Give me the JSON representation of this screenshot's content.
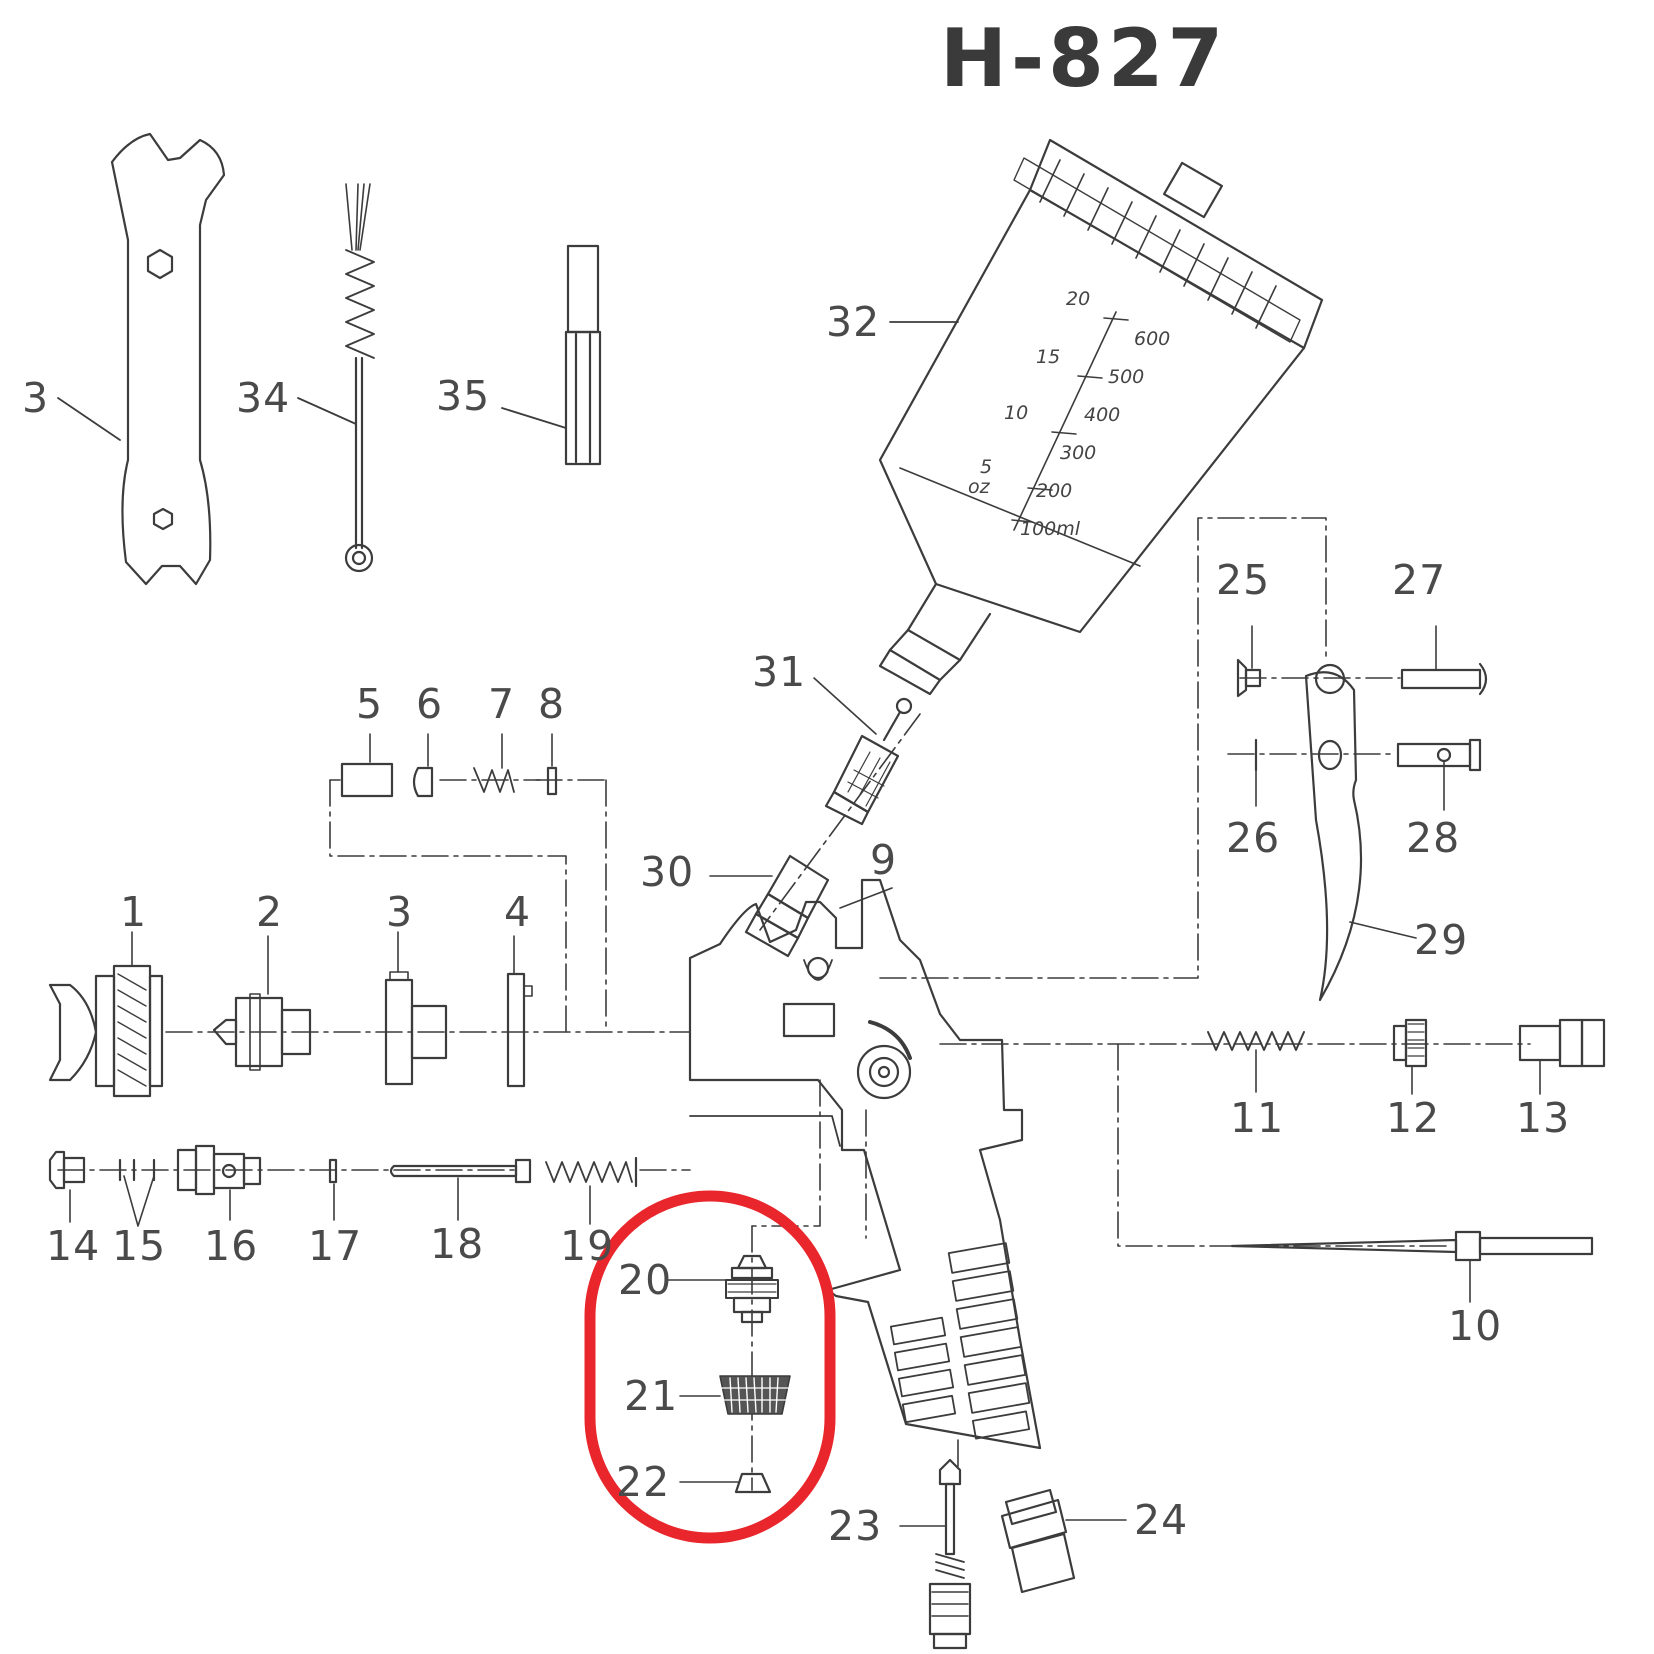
{
  "title": "H-827",
  "labels": {
    "p1": "1",
    "p2": "2",
    "p3": "3",
    "p4": "4",
    "p5": "5",
    "p6": "6",
    "p7": "7",
    "p8": "8",
    "p9": "9",
    "p10": "10",
    "p11": "11",
    "p12": "12",
    "p13": "13",
    "p14": "14",
    "p15": "15",
    "p16": "16",
    "p17": "17",
    "p18": "18",
    "p19": "19",
    "p20": "20",
    "p21": "21",
    "p22": "22",
    "p23": "23",
    "p24": "24",
    "p25": "25",
    "p26": "26",
    "p27": "27",
    "p28": "28",
    "p29": "29",
    "p30": "30",
    "p31": "31",
    "p32": "32",
    "p33": "3",
    "p34": "34",
    "p35": "35"
  },
  "cup_scale": {
    "oz": [
      "20",
      "15",
      "10",
      "5",
      "oz"
    ],
    "ml": [
      "600",
      "500",
      "400",
      "300",
      "200",
      "100ml"
    ]
  },
  "highlight_color": "#e8262b"
}
